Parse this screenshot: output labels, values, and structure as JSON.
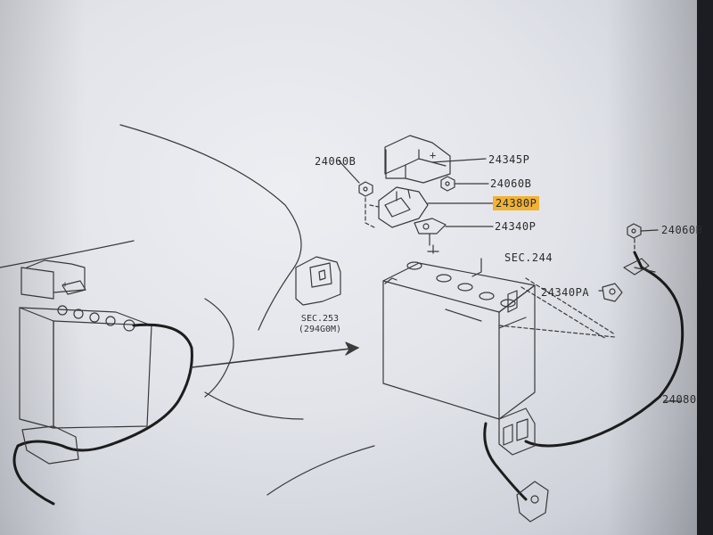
{
  "labels": {
    "lbl_24060b_top_left": "24060B",
    "lbl_24345p": "24345P",
    "lbl_24060b_mid": "24060B",
    "lbl_24380p": "24380P",
    "lbl_24340p": "24340P",
    "lbl_sec244": "SEC.244",
    "lbl_24060b_right": "24060B",
    "lbl_24340pa": "24340PA",
    "lbl_24080": "24080",
    "lbl_sec253_line1": "SEC.253",
    "lbl_sec253_line2": "(294G0M)"
  },
  "colors": {
    "highlight": "#f2b233",
    "ink": "#2b2b2b",
    "paper": "#e6e8ee"
  },
  "icons": {
    "battery_large": "battery-illustration",
    "battery_small": "battery-illustration",
    "cable": "battery-cable",
    "fuse_cover": "terminal-cover",
    "bracket": "mounting-bracket",
    "nut": "hex-nut",
    "arrow": "pointer-arrow"
  }
}
